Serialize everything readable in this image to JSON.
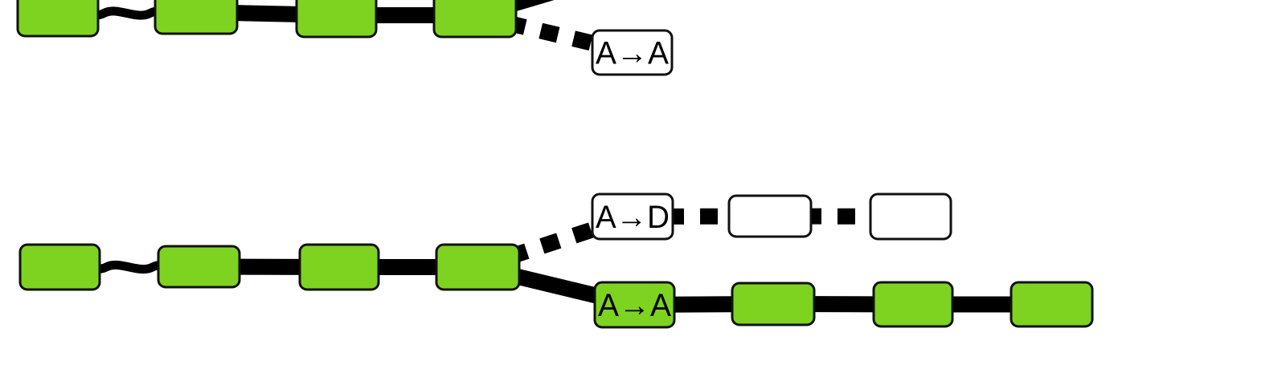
{
  "colors": {
    "filled": "#7ed321",
    "empty": "#ffffff",
    "stroke": "#111111",
    "edge": "#000000",
    "background": "#ffffff"
  },
  "diagram": {
    "top_path": {
      "nodes": [
        {
          "id": "t1",
          "filled": true,
          "label": ""
        },
        {
          "id": "t2",
          "filled": true,
          "label": ""
        },
        {
          "id": "t3",
          "filled": true,
          "label": ""
        },
        {
          "id": "t4",
          "filled": true,
          "label": ""
        },
        {
          "id": "t5",
          "filled": false,
          "label": "A→A"
        }
      ],
      "edges": [
        {
          "from": "t1",
          "to": "t2",
          "style": "wavy"
        },
        {
          "from": "t2",
          "to": "t3",
          "style": "solid"
        },
        {
          "from": "t3",
          "to": "t4",
          "style": "solid"
        },
        {
          "from": "t4",
          "to": "t5",
          "style": "dashed"
        },
        {
          "from": "t4",
          "to": "offscreen",
          "style": "solid"
        }
      ]
    },
    "bottom_path": {
      "nodes": [
        {
          "id": "b1",
          "filled": true,
          "label": ""
        },
        {
          "id": "b2",
          "filled": true,
          "label": ""
        },
        {
          "id": "b3",
          "filled": true,
          "label": ""
        },
        {
          "id": "b4",
          "filled": true,
          "label": ""
        },
        {
          "id": "b5",
          "filled": false,
          "label": "A→D"
        },
        {
          "id": "b6",
          "filled": false,
          "label": ""
        },
        {
          "id": "b7",
          "filled": false,
          "label": ""
        },
        {
          "id": "b8",
          "filled": true,
          "label": "A→A"
        },
        {
          "id": "b9",
          "filled": true,
          "label": ""
        },
        {
          "id": "b10",
          "filled": true,
          "label": ""
        },
        {
          "id": "b11",
          "filled": true,
          "label": ""
        }
      ],
      "edges": [
        {
          "from": "b1",
          "to": "b2",
          "style": "wavy"
        },
        {
          "from": "b2",
          "to": "b3",
          "style": "solid"
        },
        {
          "from": "b3",
          "to": "b4",
          "style": "solid"
        },
        {
          "from": "b4",
          "to": "b5",
          "style": "dashed"
        },
        {
          "from": "b5",
          "to": "b6",
          "style": "dashed"
        },
        {
          "from": "b6",
          "to": "b7",
          "style": "dashed"
        },
        {
          "from": "b4",
          "to": "b8",
          "style": "solid"
        },
        {
          "from": "b8",
          "to": "b9",
          "style": "solid"
        },
        {
          "from": "b9",
          "to": "b10",
          "style": "solid"
        },
        {
          "from": "b10",
          "to": "b11",
          "style": "solid"
        }
      ]
    }
  }
}
